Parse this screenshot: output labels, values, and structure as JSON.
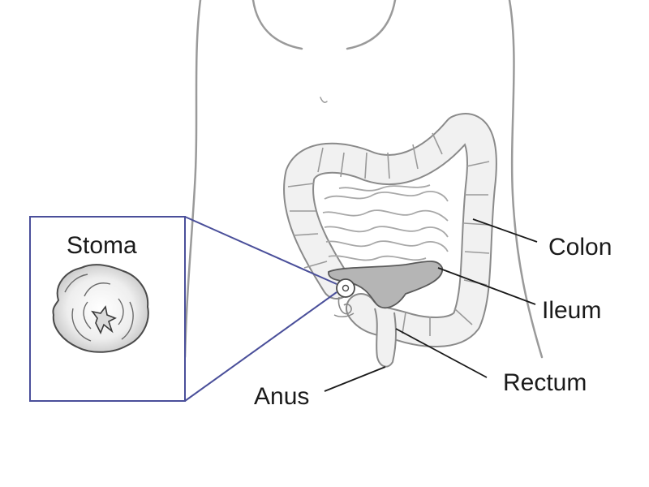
{
  "labels": {
    "stoma": "Stoma",
    "colon": "Colon",
    "ileum": "Ileum",
    "rectum": "Rectum",
    "anus": "Anus"
  },
  "colors": {
    "inset_border": "#4a4f9a",
    "outline": "#8a8a8a",
    "organ_fill": "#f1f1f1",
    "ileum_fill": "#b5b5b5",
    "leader_line": "#1a1a1a"
  }
}
